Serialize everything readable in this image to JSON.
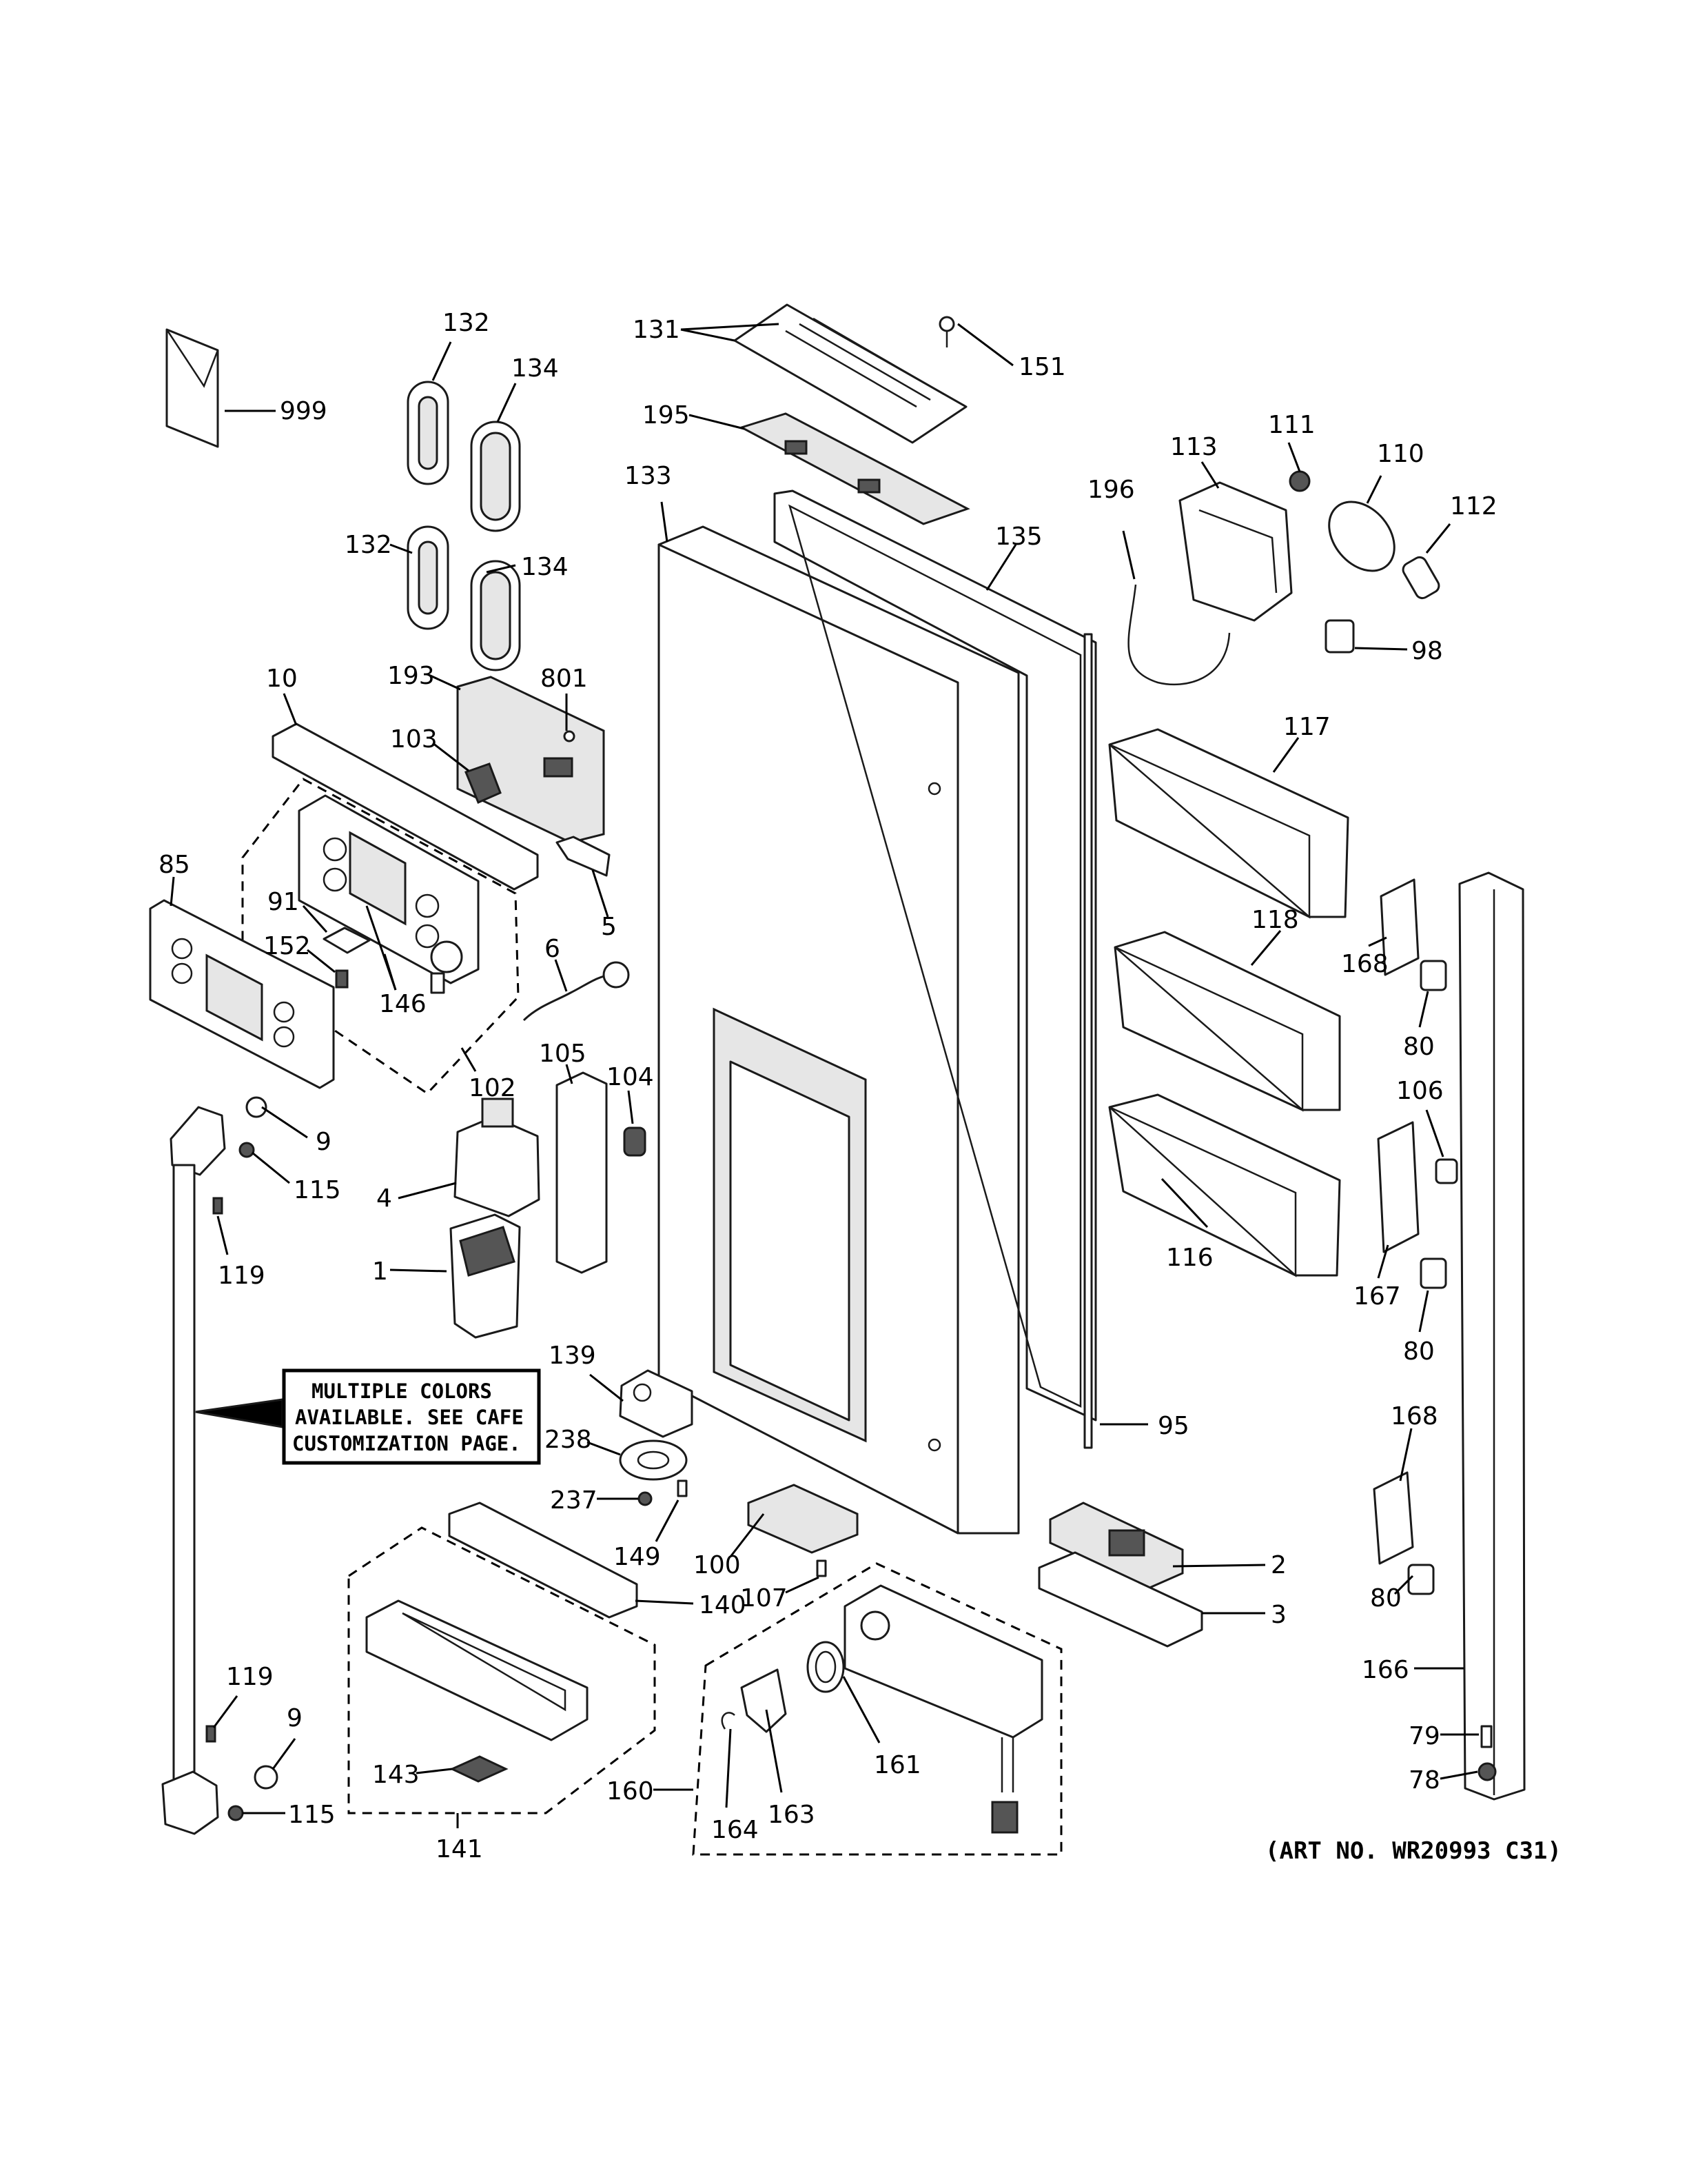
{
  "note": {
    "line1": "MULTIPLE COLORS",
    "line2": "AVAILABLE. SEE CAFE",
    "line3": "CUSTOMIZATION PAGE."
  },
  "art_number": "(ART NO. WR20993 C31)",
  "callouts": {
    "c999": "999",
    "c132a": "132",
    "c134a": "134",
    "c132b": "132",
    "c134b": "134",
    "c131": "131",
    "c151": "151",
    "c195": "195",
    "c133": "133",
    "c135": "135",
    "c196": "196",
    "c113": "113",
    "c111": "111",
    "c110": "110",
    "c112": "112",
    "c98": "98",
    "c10": "10",
    "c193": "193",
    "c801": "801",
    "c103": "103",
    "c5": "5",
    "c85": "85",
    "c91": "91",
    "c152": "152",
    "c146": "146",
    "c102": "102",
    "c6": "6",
    "c117": "117",
    "c118": "118",
    "c116": "116",
    "c168a": "168",
    "c80a": "80",
    "c106": "106",
    "c167": "167",
    "c80b": "80",
    "c105": "105",
    "c104": "104",
    "c9a": "9",
    "c115a": "115",
    "c4": "4",
    "c119a": "119",
    "c1": "1",
    "c139": "139",
    "c238": "238",
    "c237": "237",
    "c149": "149",
    "c95": "95",
    "c168b": "168",
    "c80c": "80",
    "c100": "100",
    "c107": "107",
    "c2": "2",
    "c3": "3",
    "c140": "140",
    "c166": "166",
    "c79": "79",
    "c78": "78",
    "c119b": "119",
    "c9b": "9",
    "c143": "143",
    "c115b": "115",
    "c141": "141",
    "c160": "160",
    "c161": "161",
    "c163": "163",
    "c164": "164"
  }
}
